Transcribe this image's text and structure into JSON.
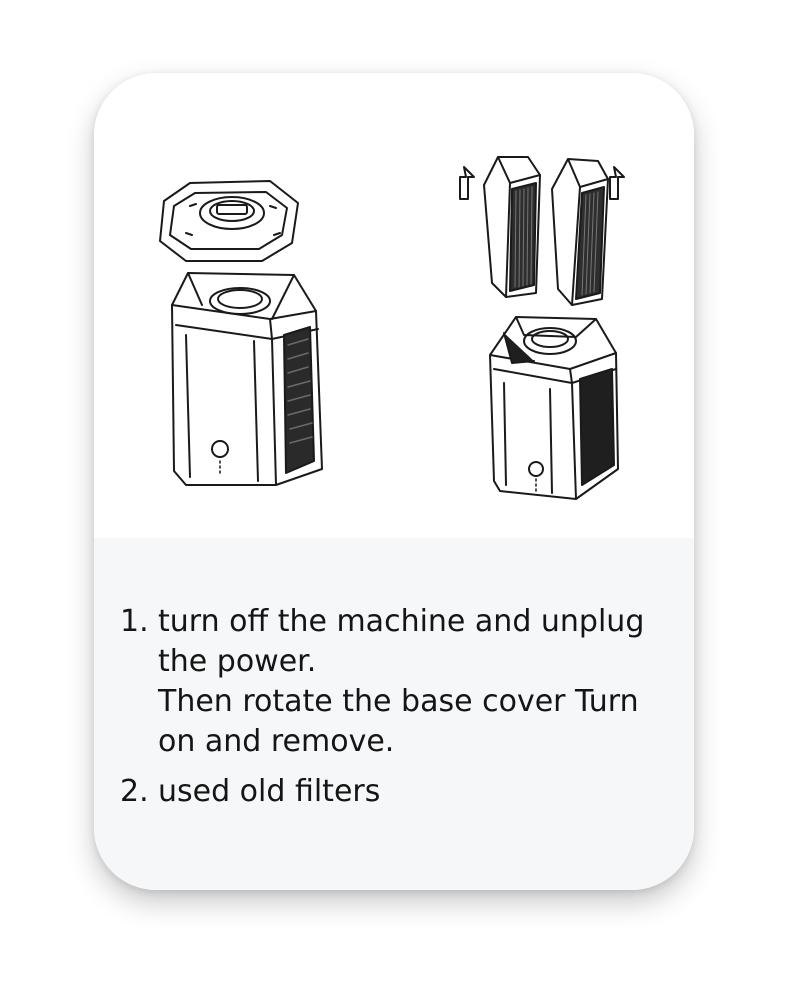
{
  "illustrations": {
    "left": {
      "icon": "air-purifier-cover-removed-icon"
    },
    "right": {
      "icon": "air-purifier-filters-lifted-icon"
    }
  },
  "steps": [
    {
      "number": "1.",
      "lines": [
        "turn off the machine and unplug",
        "the power.",
        "Then rotate the base cover Turn",
        "on and remove."
      ]
    },
    {
      "number": "2.",
      "lines": [
        "used old filters"
      ]
    }
  ]
}
